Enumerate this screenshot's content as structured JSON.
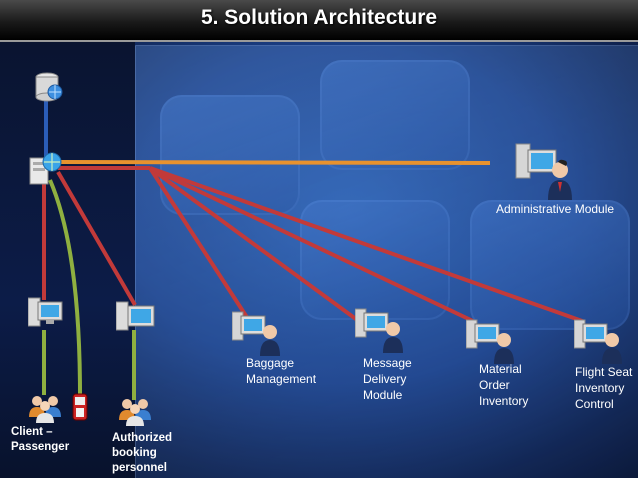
{
  "title": "5. Solution Architecture",
  "colors": {
    "red_link": "#c23a3a",
    "orange_link": "#e8922e",
    "green_link": "#8fb040",
    "blue_link": "#2b5db8"
  },
  "nodes": {
    "admin": "Administrative Module",
    "baggage": "Baggage\nManagement",
    "message": "Message\nDelivery\nModule",
    "material": "Material\nOrder\nInventory",
    "flight": "Flight Seat\nInventory\nControl",
    "client": "Client –\nPassenger",
    "authorized": "Authorized\nbooking\npersonnel"
  },
  "icons": [
    "database-icon",
    "globe-server-icon",
    "computer-icon",
    "user-workstation-icon",
    "users-group-icon",
    "mobile-phone-icon"
  ]
}
